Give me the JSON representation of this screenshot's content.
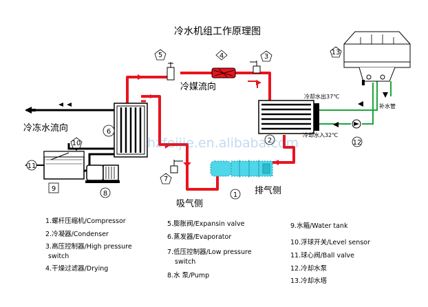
{
  "title": "冷水机组工作原理图",
  "labels": {
    "refrigerant_flow": "冷媒流向",
    "chilled_water_flow": "冷冻水流向",
    "suction_side": "吸气侧",
    "discharge_side": "排气侧",
    "cooling_water_out": "冷却水出37℃",
    "cooling_water_in": "冷却水入32℃",
    "makeup_water": "补水管",
    "watermark": "hzfeijie.en.alibaba.com"
  },
  "markers": [
    "1",
    "2",
    "3",
    "4",
    "5",
    "6",
    "7",
    "8",
    "9",
    "10",
    "11",
    "12",
    "13"
  ],
  "legend": [
    {
      "num": "1.",
      "text": "螺杆压缩机/Compressor"
    },
    {
      "num": "2.",
      "text": "冷凝器/Condenser"
    },
    {
      "num": "3.",
      "text": "高压控制器/High pressure",
      "text2": "switch"
    },
    {
      "num": "4.",
      "text": "干燥过滤器/Drying"
    },
    {
      "num": "5.",
      "text": "膨胀阀/Expansin valve"
    },
    {
      "num": "6.",
      "text": "蒸发器/Evaporator"
    },
    {
      "num": "7.",
      "text": "低压控制器/Low pressure",
      "text2": "switch"
    },
    {
      "num": "8.",
      "text": "水 泵/Pump"
    },
    {
      "num": "9.",
      "text": "水箱/Water tank"
    },
    {
      "num": "10.",
      "text": "浮球开关/Level sensor"
    },
    {
      "num": "11.",
      "text": "球心阀/Ball valve"
    },
    {
      "num": "12.",
      "text": "冷却水泵"
    },
    {
      "num": "13.",
      "text": "冷却水塔"
    }
  ],
  "colors": {
    "refrigerant": "#e8141e",
    "cooling_water": "#1aa53a",
    "compressor": "#4fd6e8",
    "ink": "#000000"
  }
}
